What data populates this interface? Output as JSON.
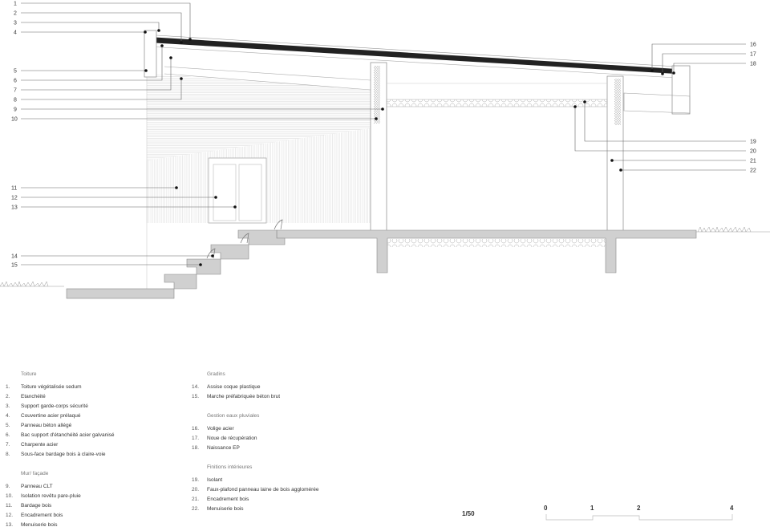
{
  "callouts": {
    "left": [
      "1",
      "2",
      "3",
      "4",
      "5",
      "6",
      "7",
      "8",
      "9",
      "10",
      "11",
      "12",
      "13",
      "14",
      "15"
    ],
    "right": [
      "16",
      "17",
      "18",
      "19",
      "20",
      "21",
      "22"
    ]
  },
  "legend": {
    "toiture": {
      "title": "Toiture",
      "items": [
        {
          "n": "1.",
          "t": "Toiture végétalisée sedum"
        },
        {
          "n": "2.",
          "t": "Etanchéité"
        },
        {
          "n": "3.",
          "t": "Support garde-corps sécurité"
        },
        {
          "n": "4.",
          "t": "Couvertine acier prélaqué"
        },
        {
          "n": "5.",
          "t": "Panneau béton allégé"
        },
        {
          "n": "6.",
          "t": "Bac support d'étanchéité acier galvanisé"
        },
        {
          "n": "7.",
          "t": "Charpente acier"
        },
        {
          "n": "8.",
          "t": "Sous-face bardage bois à claire-voie"
        }
      ]
    },
    "mur": {
      "title": "Mur/ façade",
      "items": [
        {
          "n": "9.",
          "t": "Panneau CLT"
        },
        {
          "n": "10.",
          "t": "Isolation revêtu pare-pluie"
        },
        {
          "n": "11.",
          "t": "Bardage bois"
        },
        {
          "n": "12.",
          "t": "Encadrement bois"
        },
        {
          "n": "13.",
          "t": "Menuiserie bois"
        }
      ]
    },
    "gradins": {
      "title": "Gradins",
      "items": [
        {
          "n": "14.",
          "t": "Assise coque plastique"
        },
        {
          "n": "15.",
          "t": "Marche préfabriquée béton brut"
        }
      ]
    },
    "eaux": {
      "title": "Gestion eaux pluviales",
      "items": [
        {
          "n": "16.",
          "t": "Volige acier"
        },
        {
          "n": "17.",
          "t": "Noue de récupération"
        },
        {
          "n": "18.",
          "t": "Naissance EP"
        }
      ]
    },
    "finitions": {
      "title": "Finitions intérieures",
      "items": [
        {
          "n": "19.",
          "t": "Isolant"
        },
        {
          "n": "20.",
          "t": "Faux-plafond panneau laine de bois agglomérée"
        },
        {
          "n": "21.",
          "t": "Encadrement bois"
        },
        {
          "n": "22.",
          "t": "Menuiserie bois"
        }
      ]
    }
  },
  "scale": {
    "ratio": "1/50",
    "ticks": [
      "0",
      "1",
      "2",
      "4"
    ]
  }
}
